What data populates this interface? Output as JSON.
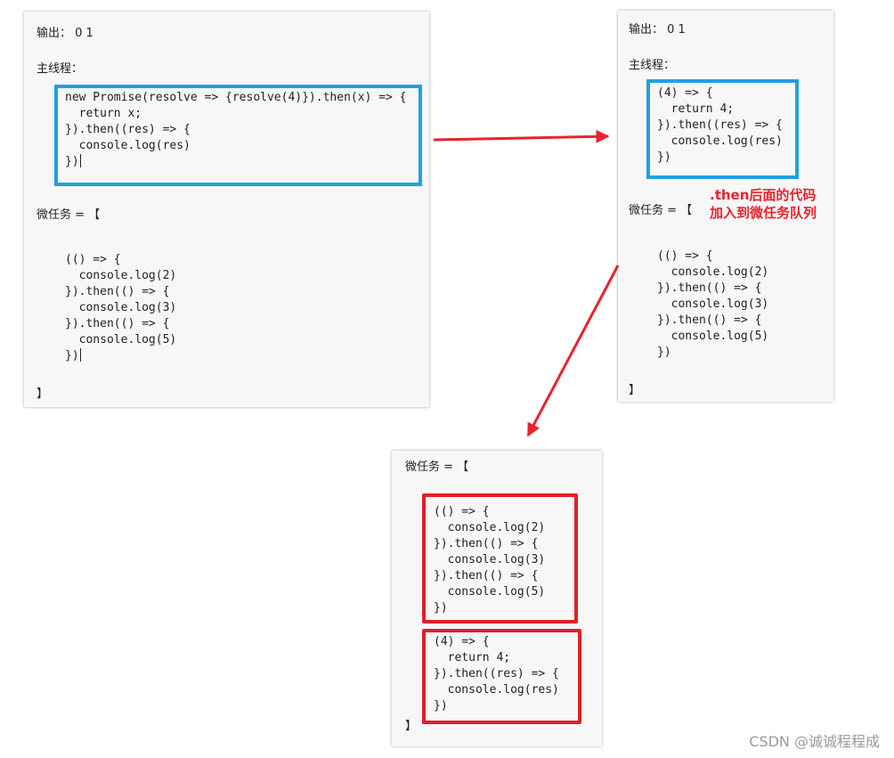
{
  "panel_left": {
    "output_label": "输出： 0 1",
    "main_thread_label": "主线程：",
    "main_code": "new Promise(resolve => {resolve(4)}).then(x) => {\n  return x;\n}).then((res) => {\n  console.log(res)\n})",
    "microtask_label": "微任务 = 【",
    "queue_code": "(() => {\n  console.log(2)\n}).then(() => {\n  console.log(3)\n}).then(() => {\n  console.log(5)\n})",
    "close_bracket": "】"
  },
  "panel_right": {
    "output_label": "输出： 0 1",
    "main_thread_label": "主线程：",
    "main_code": "(4) => {\n  return 4;\n}).then((res) => {\n  console.log(res)\n})",
    "microtask_label": "微任务 = 【",
    "queue_code": "(() => {\n  console.log(2)\n}).then(() => {\n  console.log(3)\n}).then(() => {\n  console.log(5)\n})",
    "close_bracket": "】"
  },
  "annotation": {
    "line1": ".then后面的代码",
    "line2": "加入到微任务队列"
  },
  "panel_bottom": {
    "microtask_label": "微任务 = 【",
    "task1_code": "(() => {\n  console.log(2)\n}).then(() => {\n  console.log(3)\n}).then(() => {\n  console.log(5)\n})",
    "task2_code": "(4) => {\n  return 4;\n}).then((res) => {\n  console.log(res)\n})",
    "close_bracket": "】"
  },
  "watermark": "CSDN @诚诚程程成",
  "colors": {
    "highlight_blue": "#1fa1e2",
    "highlight_red": "#e0202a",
    "arrow_red": "#e8232d"
  }
}
